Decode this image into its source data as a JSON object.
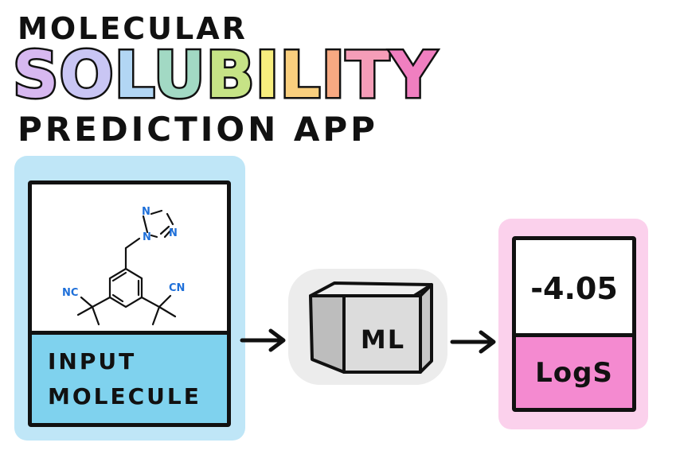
{
  "title": {
    "line1": "MOLECULAR",
    "line2_letters": [
      "S",
      "O",
      "L",
      "U",
      "B",
      "I",
      "L",
      "I",
      "T",
      "Y"
    ],
    "line2_colors": [
      "#d7b8f0",
      "#c9c6f4",
      "#b2d6f4",
      "#a2d9c4",
      "#c6e386",
      "#f7ee7e",
      "#f9cf7e",
      "#f7a982",
      "#f59db8",
      "#f07fc0"
    ],
    "line3": "PREDICTION APP"
  },
  "input_panel": {
    "label_line1": "INPUT",
    "label_line2": "MOLECULE",
    "atoms": {
      "n_top": "N",
      "n_left": "N",
      "n_right": "N",
      "nc_left": "NC",
      "cn_right": "CN"
    }
  },
  "model": {
    "label": "ML"
  },
  "output_panel": {
    "value": "-4.05",
    "label": "LogS"
  },
  "colors": {
    "input_fill": "#7fd2ee",
    "input_glow": "#bfe6f7",
    "output_fill": "#f48ad0",
    "output_glow": "#fbd1ec",
    "cube_fill": "#d9d9d9",
    "atom_n": "#1e6fd9"
  }
}
